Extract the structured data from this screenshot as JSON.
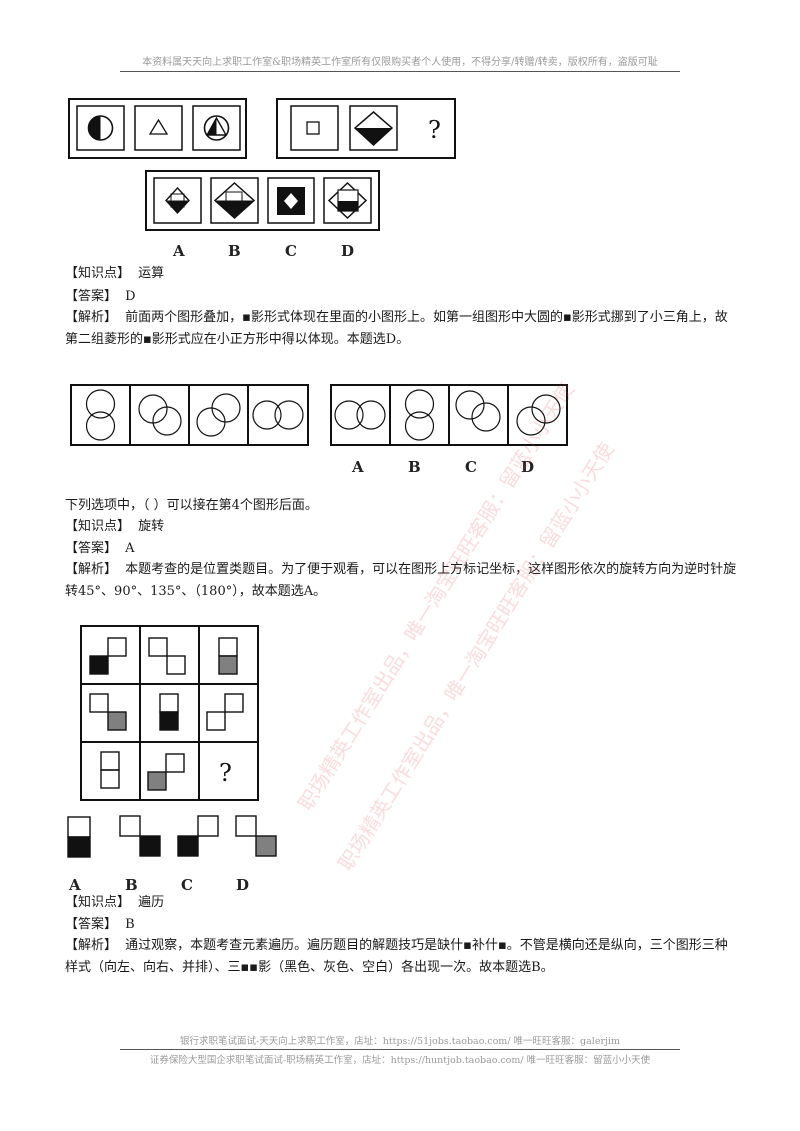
{
  "header": {
    "notice": "本资料属天天向上求职工作室&职场精英工作室所有仅限购买者个人使用，不得分享/转赠/转卖，版权所有，盗版可耻"
  },
  "questions": [
    {
      "option_labels": [
        "A",
        "B",
        "C",
        "D"
      ],
      "question_mark": "?",
      "knowledge_label": "【知识点】",
      "knowledge": "运算",
      "answer_label": "【答案】",
      "answer": "D",
      "analysis_label": "【解析】",
      "analysis": "前面两个图形叠加，▪影形式体现在里面的小图形上。如第一组图形中大圆的▪影形式挪到了小三角上，故第二组菱形的▪影形式应在小正方形中得以体现。本题选D。"
    },
    {
      "option_labels": [
        "A",
        "B",
        "C",
        "D"
      ],
      "prompt": "下列选项中，（ ）可以接在第4个图形后面。",
      "knowledge_label": "【知识点】",
      "knowledge": "旋转",
      "answer_label": "【答案】",
      "answer": "A",
      "analysis_label": "【解析】",
      "analysis": "本题考查的是位置类题目。为了便于观看，可以在图形上方标记坐标，这样图形依次的旋转方向为逆时针旋转45°、90°、135°、（180°），故本题选A。"
    },
    {
      "option_labels": [
        "A",
        "B",
        "C",
        "D"
      ],
      "question_mark": "?",
      "knowledge_label": "【知识点】",
      "knowledge": "遍历",
      "answer_label": "【答案】",
      "answer": "B",
      "analysis_label": "【解析】",
      "analysis": "通过观察，本题考查元素遍历。遍历题目的解题技巧是缺什▪补什▪。不管是横向还是纵向，三个图形三种样式（向左、向右、并排）、三▪▪影（黑色、灰色、空白）各出现一次。故本题选B。"
    }
  ],
  "watermark": {
    "line1": "职场精英工作室出品，唯一淘宝旺旺客服：留蓝小小天使",
    "line2": "职场精英工作室出品，唯一淘宝旺旺客服：留蓝小小天使"
  },
  "footer": {
    "line1": "银行求职笔试面试-天天向上求职工作室，店址：https://51jobs.taobao.com/ 唯一旺旺客服：galerjim",
    "line2": "证券保险大型国企求职笔试面试-职场精英工作室，店址：https://huntjob.taobao.com/ 唯一旺旺客服：留蓝小小天使"
  },
  "colors": {
    "watermark": "#dc3c3c",
    "shade_gray": "#808080",
    "shade_black": "#111111"
  }
}
